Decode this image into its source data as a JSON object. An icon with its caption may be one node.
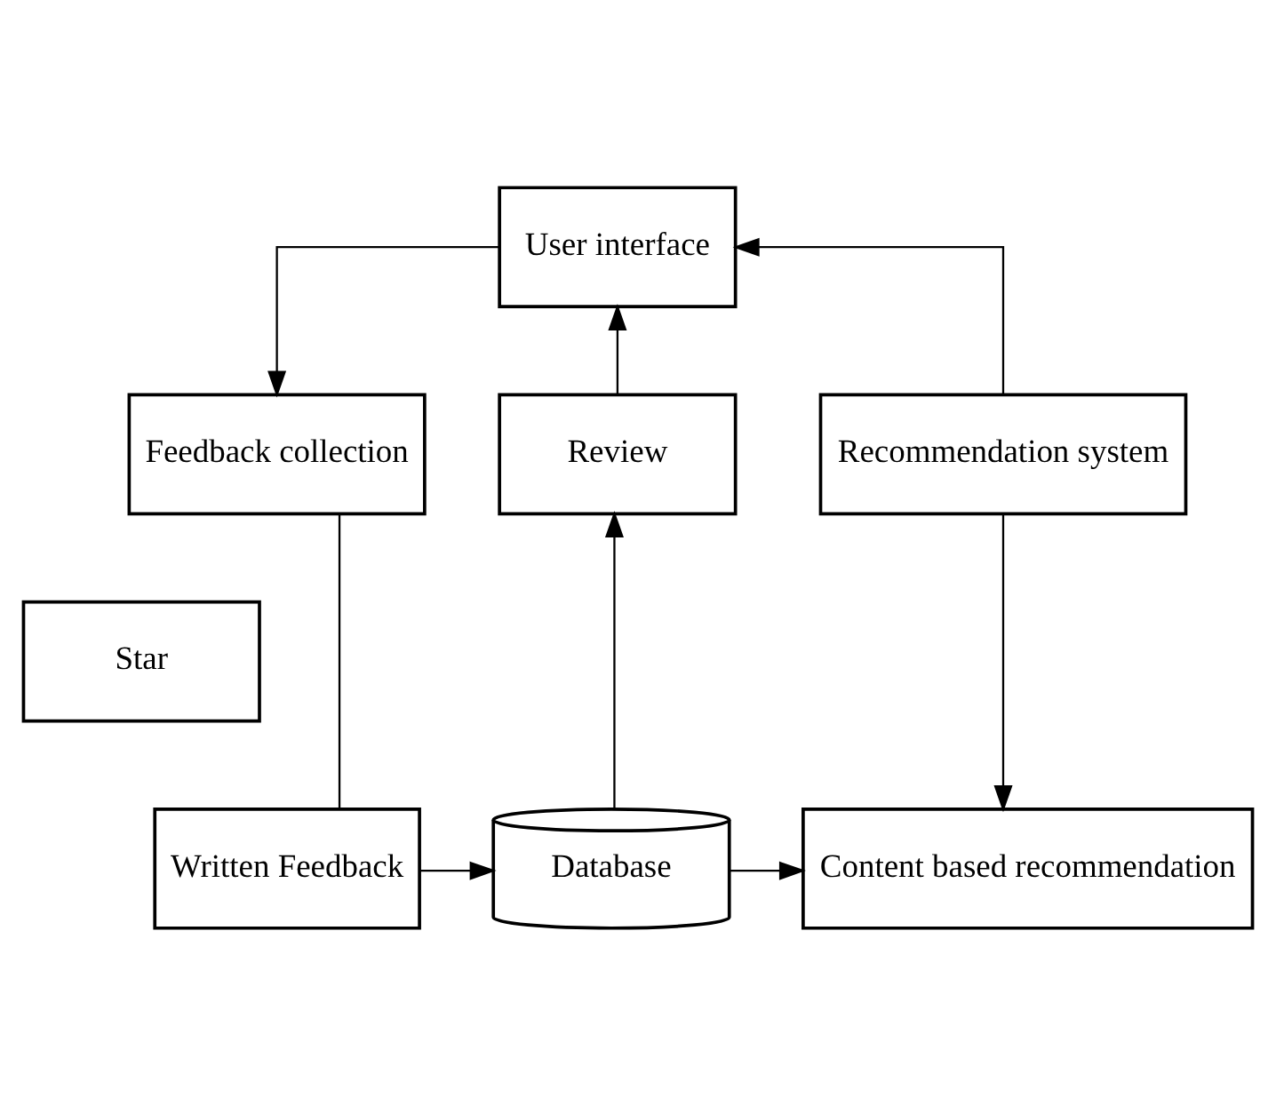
{
  "diagram": {
    "nodes": [
      {
        "text": [
          "User interface"
        ]
      },
      {
        "text": [
          "Feedback collection"
        ]
      },
      {
        "text": [
          "Review"
        ]
      },
      {
        "text": [
          "Recommendation system"
        ]
      },
      {
        "text": [
          "Star"
        ]
      },
      {
        "text": [
          "Written Feedback"
        ]
      },
      {
        "text": [
          "Database"
        ]
      },
      {
        "text": [
          "Content based recommendation"
        ]
      }
    ],
    "edges": [
      {
        "from": 0,
        "to": 1,
        "arrow": "to"
      },
      {
        "from": 2,
        "to": 0,
        "arrow": "to"
      },
      {
        "from": 3,
        "to": 0,
        "arrow": "to"
      },
      {
        "from": 1,
        "to": 5,
        "arrow": "none"
      },
      {
        "from": 6,
        "to": 2,
        "arrow": "to"
      },
      {
        "from": 5,
        "to": 6,
        "arrow": "to"
      },
      {
        "from": 6,
        "to": 7,
        "arrow": "to"
      },
      {
        "from": 3,
        "to": 7,
        "arrow": "to"
      }
    ]
  }
}
